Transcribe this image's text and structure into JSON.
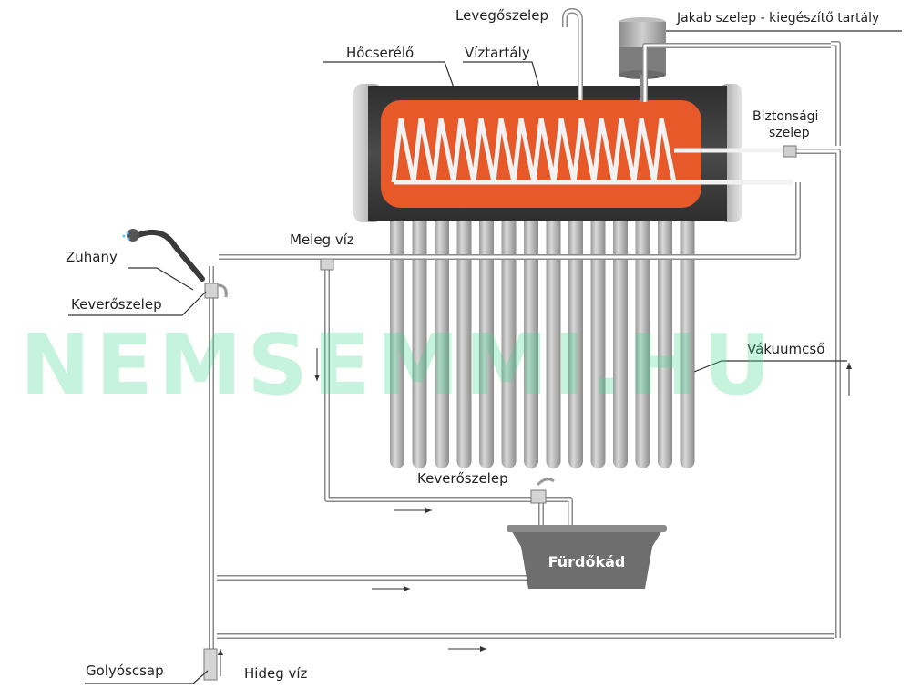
{
  "labels": {
    "heat_exchanger": "Hőcserélő",
    "water_tank": "Víztartály",
    "air_valve": "Levegőszelep",
    "expansion_tank": "Jakab szelep - kiegészítő tartály",
    "safety_valve_line1": "Biztonsági",
    "safety_valve_line2": "szelep",
    "shower": "Zuhany",
    "mixing_valve_left": "Keverőszelep",
    "warm_water": "Meleg víz",
    "vacuum_tube": "Vákuumcső",
    "mixing_valve_bath": "Keverőszelep",
    "bathtub": "Fürdőkád",
    "ball_valve": "Golyóscsap",
    "cold_water": "Hideg víz"
  },
  "watermark": "NEMSEMMI.HU",
  "colors": {
    "tank_outer": "#3d3d3d",
    "tank_inner": "#e8592a",
    "tube": "#a8a8a8",
    "pipe": "#8a8a8a",
    "coil": "#f2f2f2",
    "watermark": "#3fd890",
    "bathtub": "#6e6e6e"
  }
}
